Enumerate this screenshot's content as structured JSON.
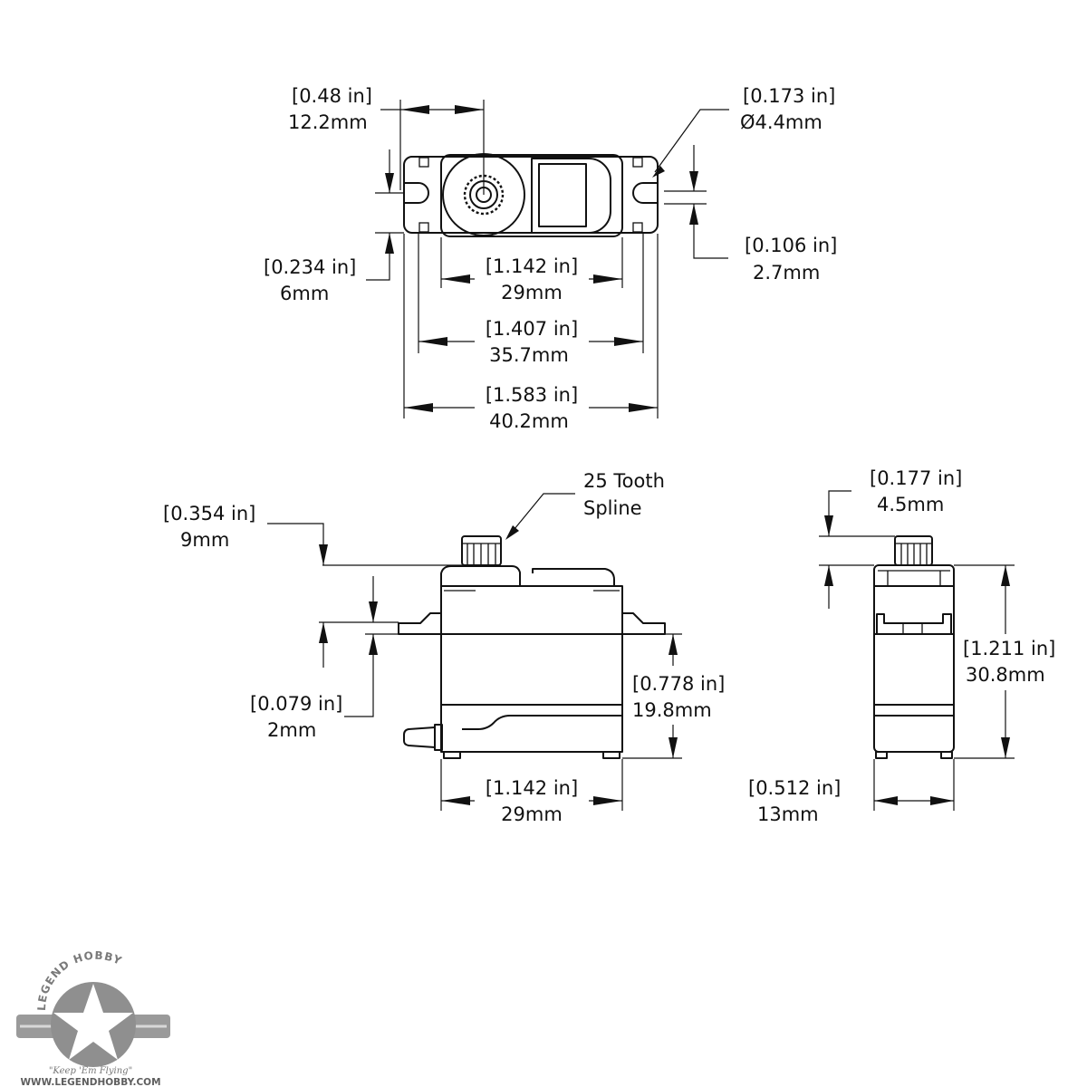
{
  "top_view": {
    "horn_offset": {
      "in": "[0.48 in]",
      "mm": "12.2mm"
    },
    "hole_diameter": {
      "in": "[0.173 in]",
      "mm": "Ø4.4mm"
    },
    "tab_height": {
      "in": "[0.234 in]",
      "mm": "6mm"
    },
    "slot_width": {
      "in": "[0.106 in]",
      "mm": "2.7mm"
    },
    "body_length": {
      "in": "[1.142 in]",
      "mm": "29mm"
    },
    "hole_spacing": {
      "in": "[1.407 in]",
      "mm": "35.7mm"
    },
    "overall_length": {
      "in": "[1.583 in]",
      "mm": "40.2mm"
    }
  },
  "side_view": {
    "spline_label": {
      "line1": "25 Tooth",
      "line2": "Spline"
    },
    "spline_height": {
      "in": "[0.354 in]",
      "mm": "9mm"
    },
    "tab_thickness": {
      "in": "[0.079 in]",
      "mm": "2mm"
    },
    "tab_to_bottom": {
      "in": "[0.778 in]",
      "mm": "19.8mm"
    },
    "body_length": {
      "in": "[1.142 in]",
      "mm": "29mm"
    }
  },
  "end_view": {
    "spline_height": {
      "in": "[0.177 in]",
      "mm": "4.5mm"
    },
    "body_height": {
      "in": "[1.211 in]",
      "mm": "30.8mm"
    },
    "body_width": {
      "in": "[0.512 in]",
      "mm": "13mm"
    }
  },
  "logo": {
    "arc_text": "LEGEND HOBBY",
    "slogan": "\"Keep 'Em Flying\"",
    "url": "WWW.LEGENDHOBBY.COM"
  }
}
